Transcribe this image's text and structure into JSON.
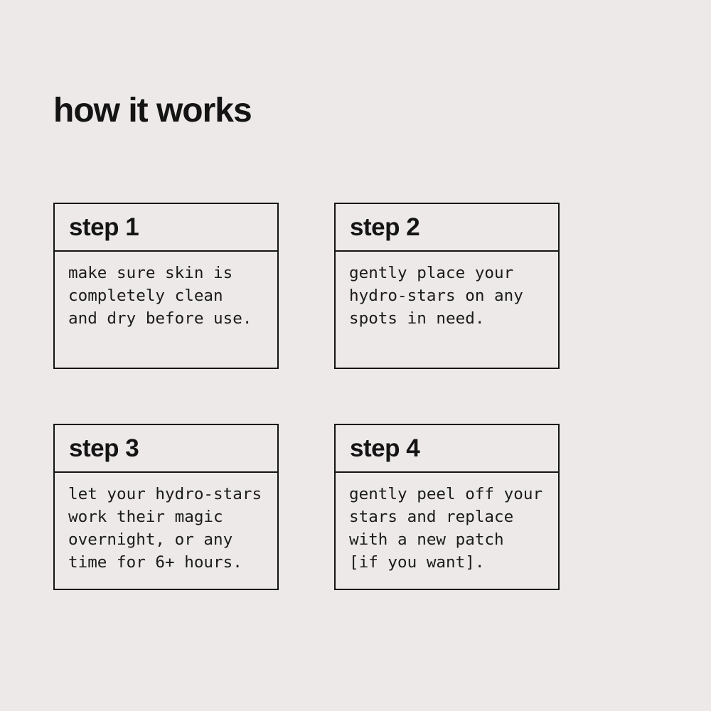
{
  "page": {
    "title": "how it works",
    "background_color": "#ECE9E8",
    "ink_color": "#141414"
  },
  "steps": [
    {
      "label": "step 1",
      "body": "make sure skin is\ncompletely clean\nand dry before use."
    },
    {
      "label": "step 2",
      "body": "gently place your\nhydro-stars on any\nspots in need."
    },
    {
      "label": "step 3",
      "body": "let your hydro-stars\nwork their magic\novernight, or any\ntime for 6+ hours."
    },
    {
      "label": "step 4",
      "body": "gently peel off your\nstars and replace\nwith a new patch\n[if you want]."
    }
  ]
}
